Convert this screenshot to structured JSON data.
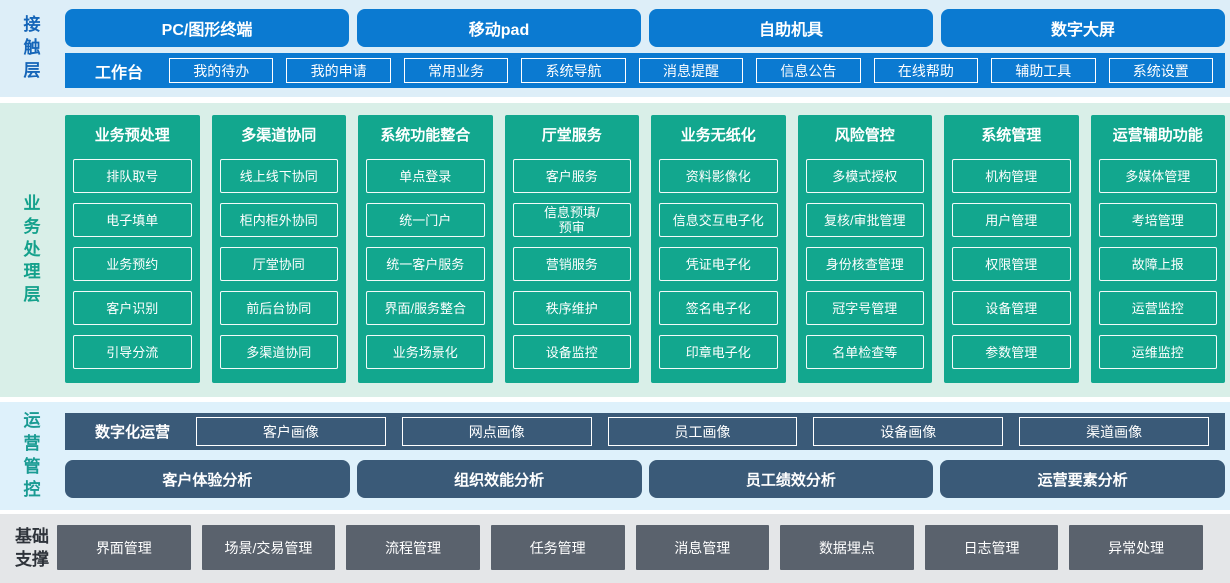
{
  "colors": {
    "blue": "#0b7ad1",
    "green": "#12a78e",
    "slate": "#3a5a78",
    "gray": "#5a626d",
    "band1-bg": "#ddeef8",
    "band2-bg": "#d9efe8",
    "band3-bg": "#def1fb",
    "band4-bg": "#e4e6e8",
    "label1": "#1565b8",
    "label2": "#14a18c",
    "label3": "#1a9b93",
    "label4": "#2e333a"
  },
  "layers": {
    "contact": {
      "label": "接触层",
      "terminals": [
        "PC/图形终端",
        "移动pad",
        "自助机具",
        "数字大屏"
      ],
      "workbench": {
        "label": "工作台",
        "items": [
          "我的待办",
          "我的申请",
          "常用业务",
          "系统导航",
          "消息提醒",
          "信息公告",
          "在线帮助",
          "辅助工具",
          "系统设置"
        ]
      }
    },
    "business": {
      "label": "业务处理层",
      "columns": [
        {
          "title": "业务预处理",
          "items": [
            "排队取号",
            "电子填单",
            "业务预约",
            "客户识别",
            "引导分流"
          ]
        },
        {
          "title": "多渠道协同",
          "items": [
            "线上线下协同",
            "柜内柜外协同",
            "厅堂协同",
            "前后台协同",
            "多渠道协同"
          ]
        },
        {
          "title": "系统功能整合",
          "items": [
            "单点登录",
            "统一门户",
            "统一客户服务",
            "界面/服务整合",
            "业务场景化"
          ]
        },
        {
          "title": "厅堂服务",
          "items": [
            "客户服务",
            "信息预填/\n预审",
            "营销服务",
            "秩序维护",
            "设备监控"
          ]
        },
        {
          "title": "业务无纸化",
          "items": [
            "资料影像化",
            "信息交互电子化",
            "凭证电子化",
            "签名电子化",
            "印章电子化"
          ]
        },
        {
          "title": "风险管控",
          "items": [
            "多模式授权",
            "复核/审批管理",
            "身份核查管理",
            "冠字号管理",
            "名单检查等"
          ]
        },
        {
          "title": "系统管理",
          "items": [
            "机构管理",
            "用户管理",
            "权限管理",
            "设备管理",
            "参数管理"
          ]
        },
        {
          "title": "运营辅助功能",
          "items": [
            "多媒体管理",
            "考培管理",
            "故障上报",
            "运营监控",
            "运维监控"
          ]
        }
      ]
    },
    "operations": {
      "label": "运营管控",
      "digital_ops": {
        "label": "数字化运营",
        "items": [
          "客户画像",
          "网点画像",
          "员工画像",
          "设备画像",
          "渠道画像"
        ]
      },
      "analysis": [
        "客户体验分析",
        "组织效能分析",
        "员工绩效分析",
        "运营要素分析"
      ]
    },
    "foundation": {
      "label": "基础支撑",
      "items": [
        "界面管理",
        "场景/交易管理",
        "流程管理",
        "任务管理",
        "消息管理",
        "数据埋点",
        "日志管理",
        "异常处理"
      ]
    }
  }
}
